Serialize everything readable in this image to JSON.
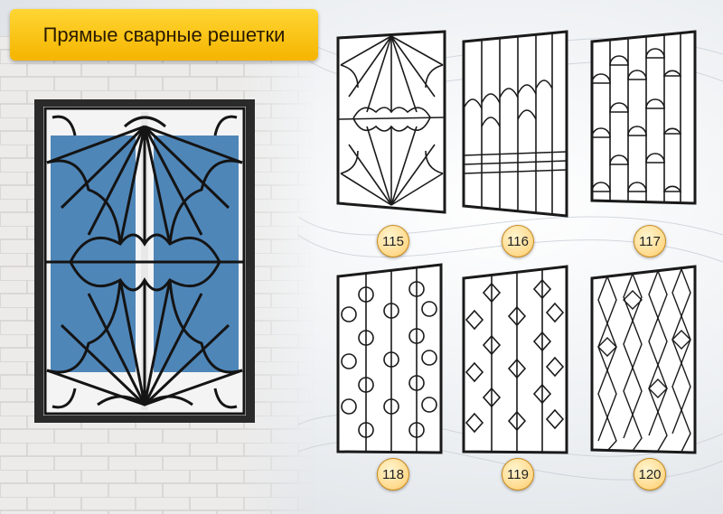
{
  "title": "Прямые сварные решетки",
  "models": [
    {
      "number": "115",
      "pattern": "sunburst"
    },
    {
      "number": "116",
      "pattern": "arches"
    },
    {
      "number": "117",
      "pattern": "half-circles"
    },
    {
      "number": "118",
      "pattern": "circles"
    },
    {
      "number": "119",
      "pattern": "diamonds"
    },
    {
      "number": "120",
      "pattern": "rhombus-chain"
    }
  ],
  "colors": {
    "accent": "#f5b400",
    "metal": "#1a1a1a",
    "glass": "#4f86b8",
    "badge": "#ffd98a"
  }
}
